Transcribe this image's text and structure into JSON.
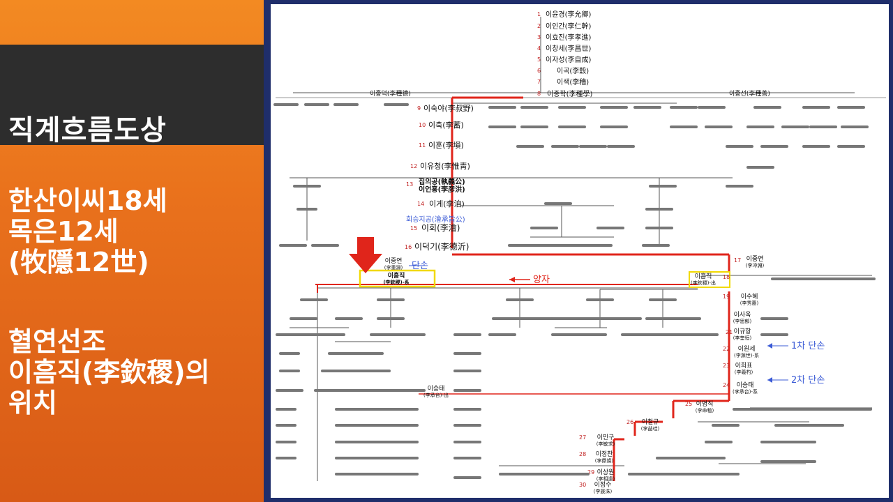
{
  "sidebar": {
    "heading": "직계흐름도상",
    "lines": [
      "한산이씨18세",
      "목은12세",
      "(牧隱12世)",
      "혈연선조",
      "이흠직(李欽稷)의",
      "위치"
    ]
  },
  "colors": {
    "accent_red": "#e0251b",
    "note_blue": "#3b5bd6",
    "highlight": "#f1d900"
  },
  "main_line": [
    {
      "gen": "1",
      "label": "이윤경(李允卿)"
    },
    {
      "gen": "2",
      "label": "이인간(李仁幹)"
    },
    {
      "gen": "3",
      "label": "이효진(李孝進)"
    },
    {
      "gen": "4",
      "label": "이창세(李昌世)"
    },
    {
      "gen": "5",
      "label": "이자성(李自成)"
    },
    {
      "gen": "6",
      "label": "이곡(李穀)"
    },
    {
      "gen": "7",
      "label": "이색(李穡)"
    },
    {
      "gen": "8",
      "label": "이종학(李種學)"
    }
  ],
  "row8_side": [
    {
      "label": "이종덕(李種德)"
    },
    {
      "label": "이종선(李種善)"
    }
  ],
  "gen9_11": [
    {
      "gen": "9",
      "label": "이숙야(李叔野)"
    },
    {
      "gen": "10",
      "label": "이축(李蓄)"
    },
    {
      "gen": "11",
      "label": "이훈(李塤)"
    },
    {
      "gen": "12",
      "label": "이유청(李惟靑)"
    }
  ],
  "gen13": {
    "gen": "13",
    "line1": "집의공(執義公)",
    "line2": "이언홍(李彦洪)"
  },
  "gen14": {
    "gen": "14",
    "label": "이게(李洎)"
  },
  "gen15": {
    "gen": "15",
    "note": "회승지공(澮承旨公)",
    "label": "이회(李澮)"
  },
  "gen16": {
    "gen": "16",
    "label": "이덕기(李德沂)"
  },
  "gen17": {
    "gen": "17",
    "name": "이중연",
    "hanja": "(李冲淵)"
  },
  "gen18": {
    "gen": "18",
    "name": "이흠직",
    "hanja": "(李欽稷)-系"
  },
  "gen18_origin": {
    "name": "이흠직",
    "hanja": "(李欽稷)-出"
  },
  "gen19": {
    "gen": "19",
    "name": "이수혜",
    "hanja": "(李秀惠)"
  },
  "gen20": {
    "gen": "20",
    "name": "이사욱",
    "hanja": "(李思郁)"
  },
  "gen21": {
    "gen": "21",
    "name": "이규항",
    "hanja": "(李奎恒)"
  },
  "gen22": {
    "gen": "22",
    "name": "이원세",
    "hanja": "(李源世)-系"
  },
  "gen23": {
    "gen": "23",
    "name": "이희표",
    "hanja": "(李羲杓)"
  },
  "gen24": {
    "gen": "24",
    "name": "이승태",
    "hanja": "(李承台)-系"
  },
  "gen24_origin": {
    "name": "이승태",
    "hanja": "(李承台)-出"
  },
  "gen25": {
    "gen": "25",
    "name": "이명직",
    "hanja": "(李命稙)"
  },
  "gen26": {
    "gen": "26",
    "name": "이철규",
    "hanja": "(李喆珪)"
  },
  "gen27": {
    "gen": "27",
    "name": "이민구",
    "hanja": "(李敏求)"
  },
  "gen28": {
    "gen": "28",
    "name": "이정찬",
    "hanja": "(李鼎燦)"
  },
  "gen29": {
    "gen": "29",
    "name": "이상원",
    "hanja": "(李相遠)"
  },
  "gen30": {
    "gen": "30",
    "name": "이정수",
    "hanja": "(李晸洙)"
  },
  "top_left_entry": {
    "name": "이중연",
    "hanja": "(李重淵)"
  },
  "annotations": {
    "danson": "단손",
    "yangja": "양자",
    "danson1": "1차 단손",
    "danson2": "2차 단손"
  }
}
